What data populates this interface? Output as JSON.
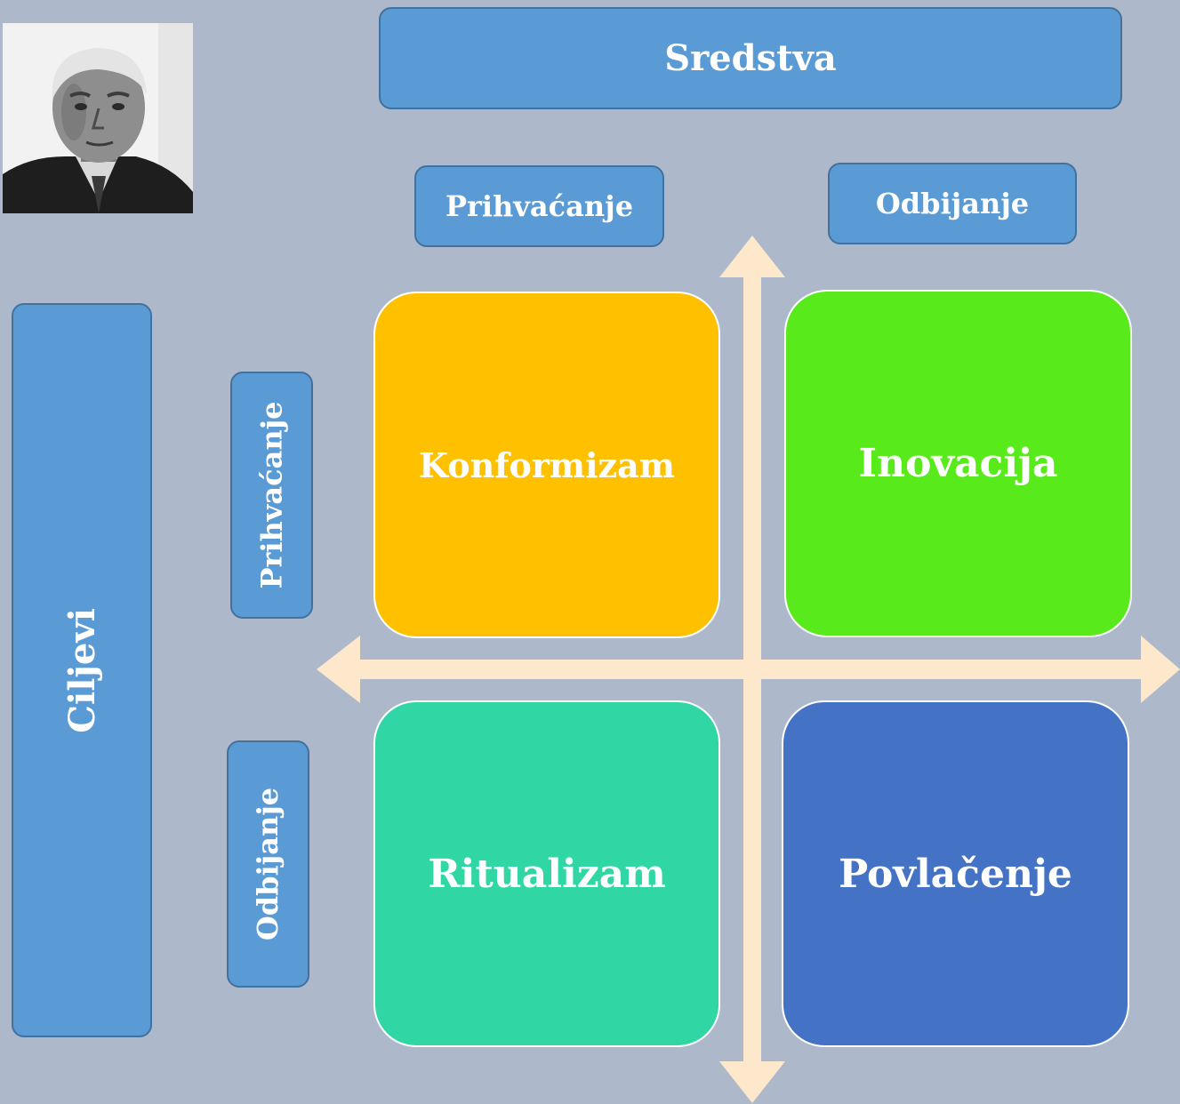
{
  "header": {
    "sredstva": "Sredstva"
  },
  "sredstva_options": {
    "accept": "Prihvaćanje",
    "reject": "Odbijanje"
  },
  "side": {
    "ciljevi": "Ciljevi"
  },
  "ciljevi_options": {
    "accept": "Prihvaćanje",
    "reject": "Odbijanje"
  },
  "quadrants": {
    "top_left": {
      "label": "Konformizam",
      "color": "#ffc000"
    },
    "top_right": {
      "label": "Inovacija",
      "color": "#58ea1b"
    },
    "bottom_left": {
      "label": "Ritualizam",
      "color": "#30d6a3"
    },
    "bottom_right": {
      "label": "Povlačenje",
      "color": "#4472c4"
    }
  },
  "colors": {
    "background": "#adb9cb",
    "label_box": "#5b9bd5",
    "arrow": "#fde8cc"
  },
  "portrait": {
    "icon": "person-portrait"
  }
}
